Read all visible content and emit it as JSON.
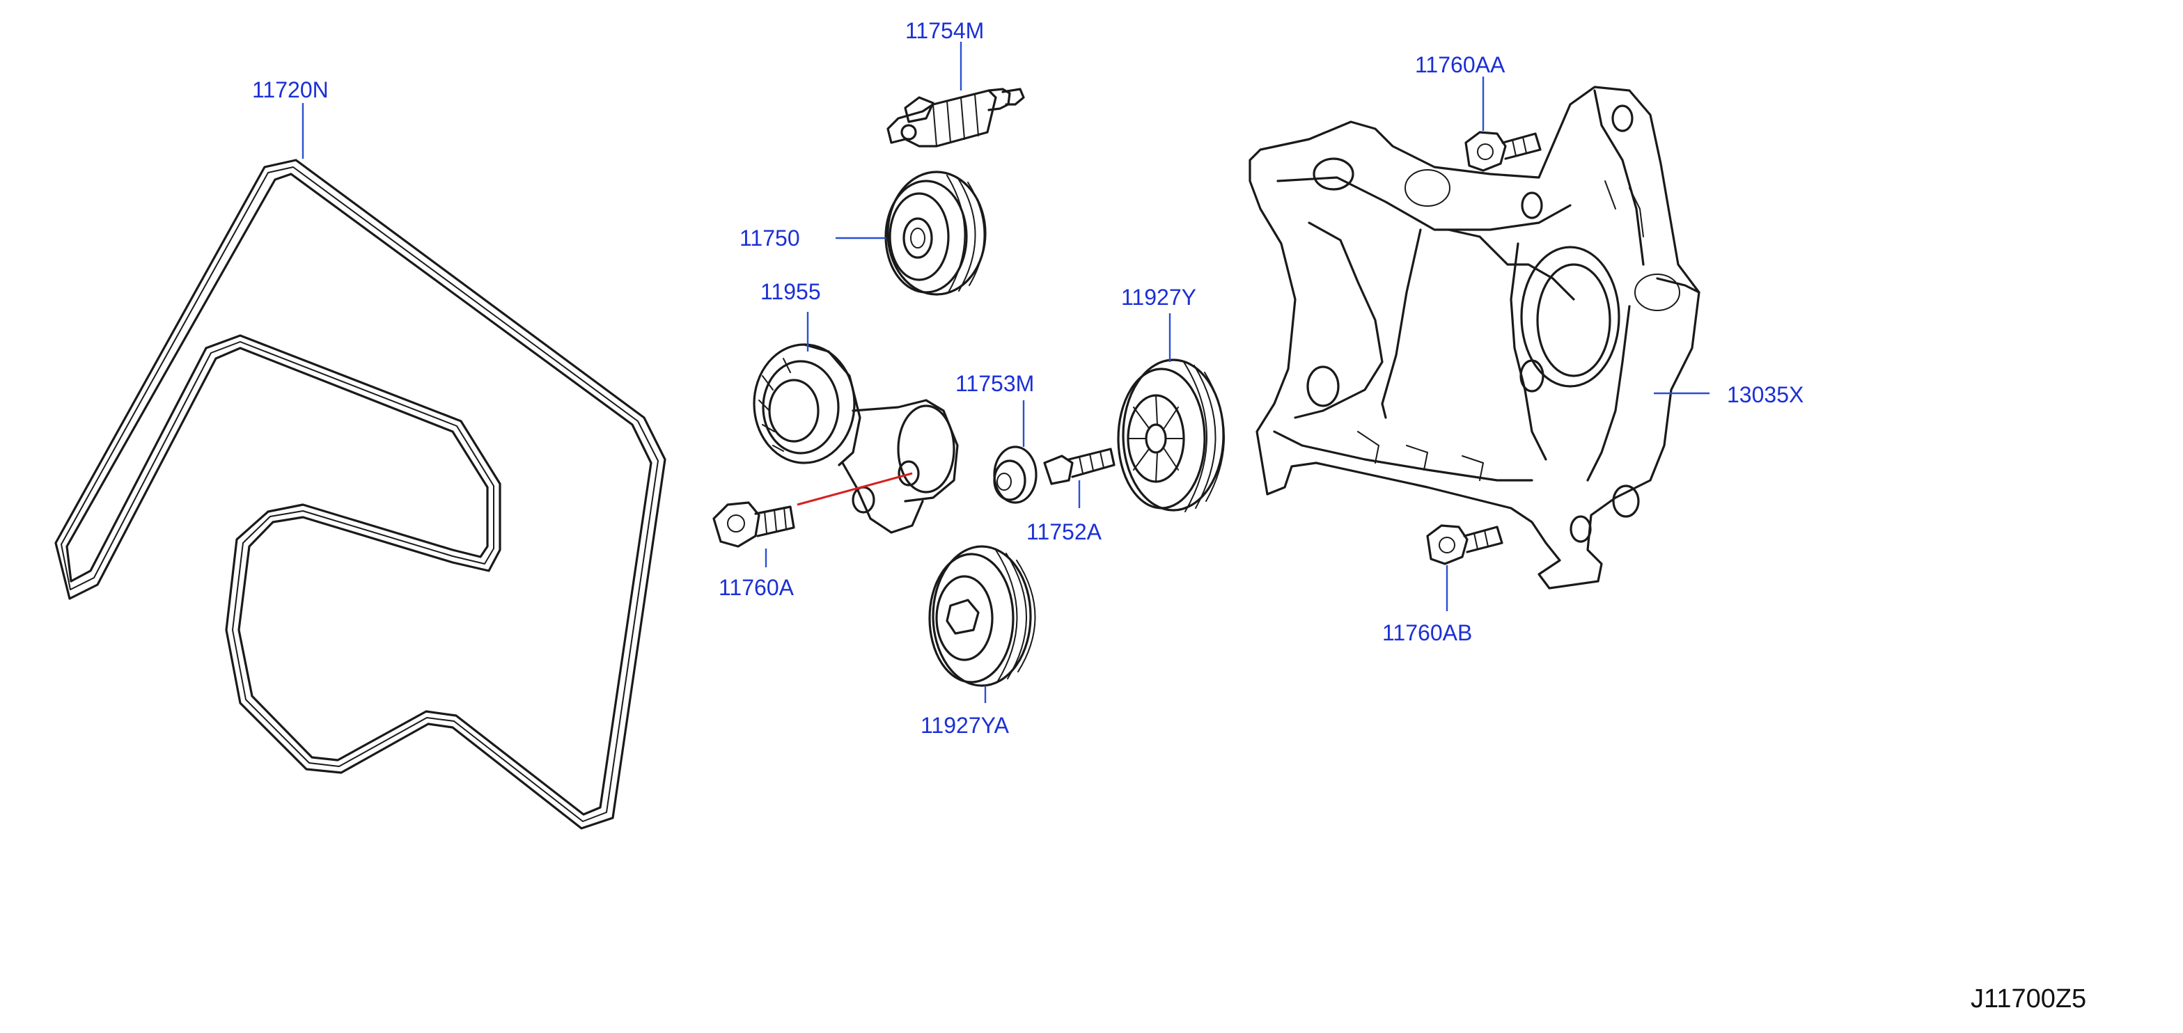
{
  "diagram_id": "J11700Z5",
  "colors": {
    "callout_text": "#1b2fd6",
    "leader_line": "#2a4fd0",
    "line_art": "#1a1a1a",
    "highlight": "#d62020"
  },
  "parts": [
    {
      "id": "belt",
      "label": "11720N"
    },
    {
      "id": "idler-bolt",
      "label": "11754M"
    },
    {
      "id": "idler-pulley",
      "label": "11750"
    },
    {
      "id": "tensioner",
      "label": "11955"
    },
    {
      "id": "pulley-cover",
      "label": "11753M"
    },
    {
      "id": "pulley-bolt",
      "label": "11752A"
    },
    {
      "id": "tensioner-bolt",
      "label": "11760A"
    },
    {
      "id": "idler-pulley-y",
      "label": "11927Y"
    },
    {
      "id": "idler-pulley-ya",
      "label": "11927YA"
    },
    {
      "id": "bracket-bolt-aa",
      "label": "11760AA"
    },
    {
      "id": "bracket",
      "label": "13035X"
    },
    {
      "id": "bracket-bolt-ab",
      "label": "11760AB"
    }
  ]
}
